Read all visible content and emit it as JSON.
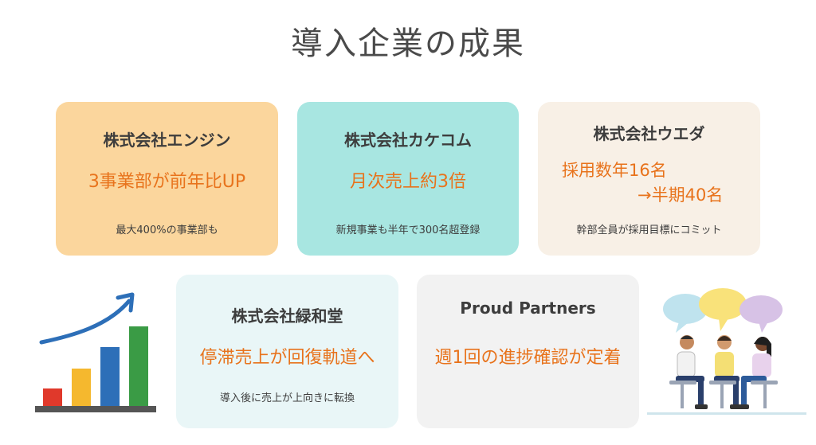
{
  "page": {
    "title": "導入企業の成果"
  },
  "cards": [
    {
      "company": "株式会社エンジン",
      "result": "3事業部が前年比UP",
      "note": "最大400%の事業部も"
    },
    {
      "company": "株式会社カケコム",
      "result": "月次売上約3倍",
      "note": "新規事業も半年で300名超登録"
    },
    {
      "company": "株式会社ウエダ",
      "result_line1": "採用数年16名",
      "result_line2": "→半期40名",
      "note": "幹部全員が採用目標にコミット"
    },
    {
      "company": "株式会社緑和堂",
      "result": "停滞売上が回復軌道へ",
      "note": "導入後に売上が上向きに転換"
    },
    {
      "company": "Proud Partners",
      "result": "週1回の進捗確認が定着"
    }
  ],
  "colors": {
    "accent_orange": "#e8731c",
    "card1_bg": "#fbd69d",
    "card2_bg": "#a8e6e1",
    "card3_bg": "#f8f0e6",
    "card4_bg": "#e9f6f7",
    "card5_bg": "#f2f2f2"
  },
  "illustrations": {
    "left": "growth-bar-chart-icon",
    "right": "team-meeting-icon"
  }
}
